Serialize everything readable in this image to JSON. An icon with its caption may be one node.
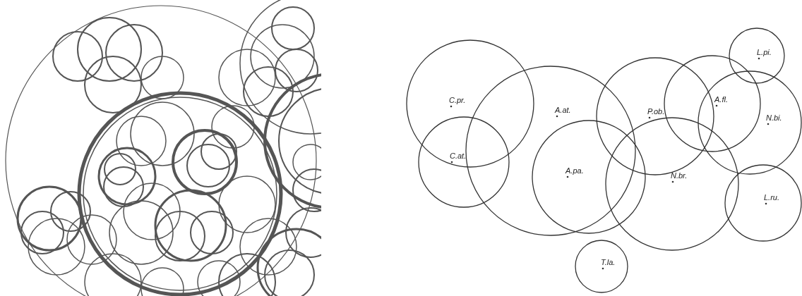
{
  "diagram": {
    "nodes": [
      {
        "text": [
          "C.pr."
        ]
      },
      {
        "text": [
          "C.at."
        ]
      },
      {
        "text": [
          "A.at."
        ]
      },
      {
        "text": [
          "A.pa."
        ]
      },
      {
        "text": [
          "P.ob."
        ]
      },
      {
        "text": [
          "N.br."
        ]
      },
      {
        "text": [
          "A.fl."
        ]
      },
      {
        "text": [
          "N.bi."
        ]
      },
      {
        "text": [
          "L.pi."
        ]
      },
      {
        "text": [
          "L.ru."
        ]
      },
      {
        "text": [
          "T.la."
        ]
      }
    ]
  }
}
